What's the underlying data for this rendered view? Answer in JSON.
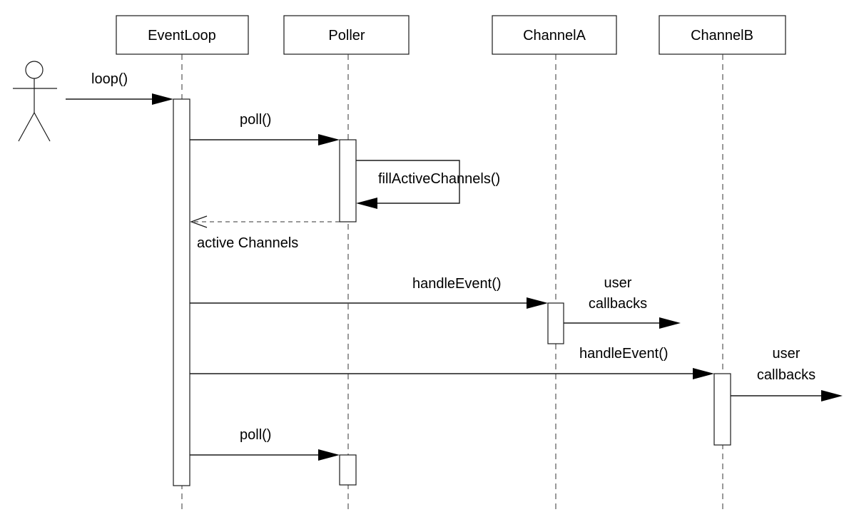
{
  "participants": [
    {
      "name": "EventLoop"
    },
    {
      "name": "Poller"
    },
    {
      "name": "ChannelA"
    },
    {
      "name": "ChannelB"
    }
  ],
  "messages": {
    "loop": "loop()",
    "poll1": "poll()",
    "fill_active": "fillActiveChannels()",
    "active_channels": "active Channels",
    "handle_event_a": "handleEvent()",
    "user_callbacks_a": [
      "user",
      "callbacks"
    ],
    "handle_event_b": "handleEvent()",
    "user_callbacks_b": [
      "user",
      "callbacks"
    ],
    "poll2": "poll()"
  }
}
